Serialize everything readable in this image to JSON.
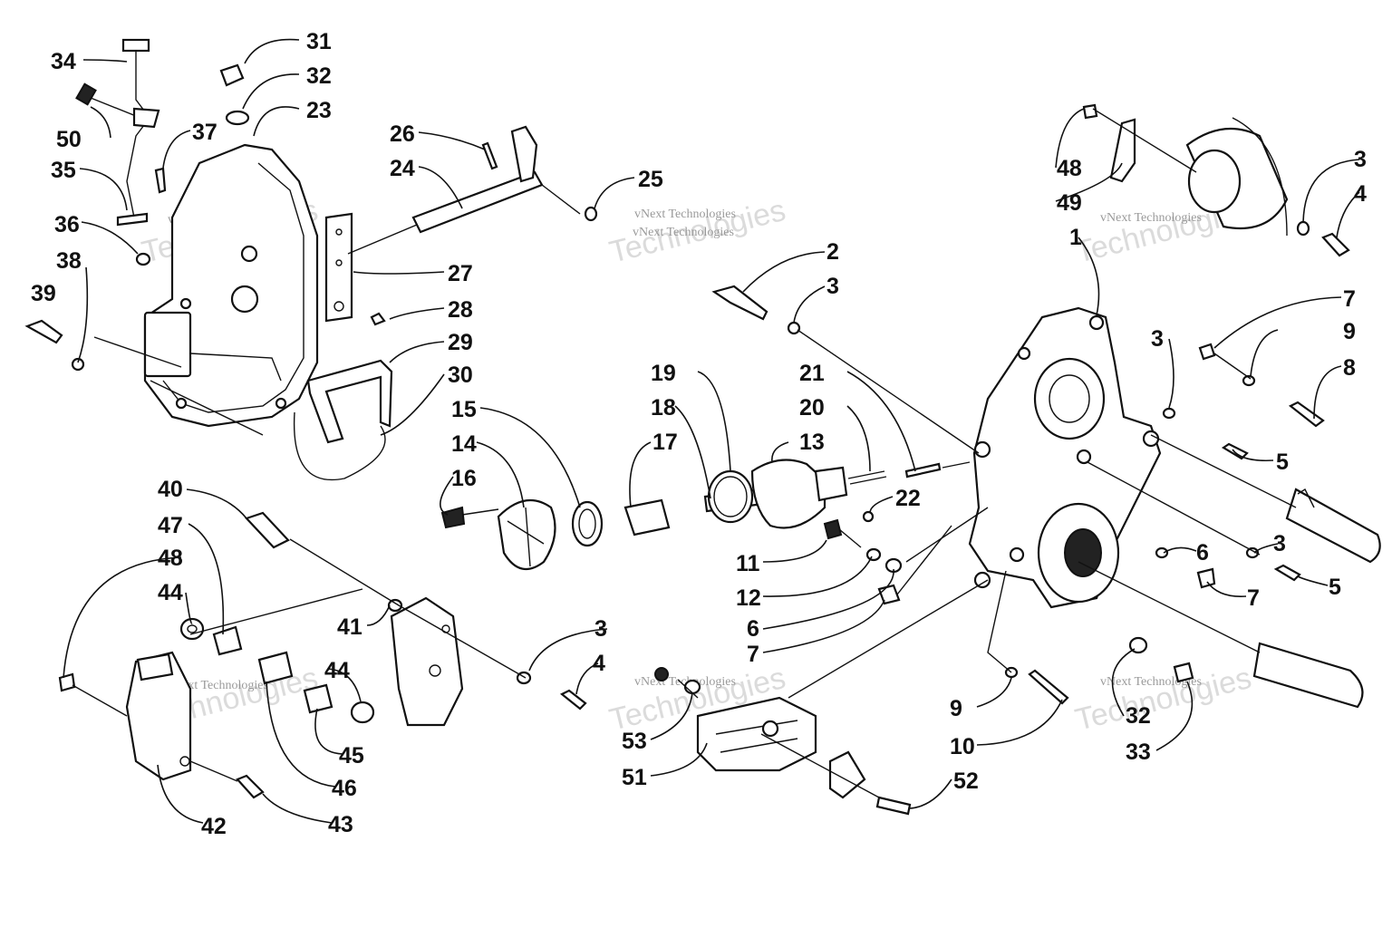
{
  "watermark": {
    "line1": "vNext Technologies",
    "line2": "Technologies"
  },
  "callouts": [
    {
      "id": "c1",
      "label": "1"
    },
    {
      "id": "c2",
      "label": "2"
    },
    {
      "id": "c3a",
      "label": "3"
    },
    {
      "id": "c3b",
      "label": "3"
    },
    {
      "id": "c3c",
      "label": "3"
    },
    {
      "id": "c3d",
      "label": "3"
    },
    {
      "id": "c3e",
      "label": "3"
    },
    {
      "id": "c4a",
      "label": "4"
    },
    {
      "id": "c4b",
      "label": "4"
    },
    {
      "id": "c5a",
      "label": "5"
    },
    {
      "id": "c5b",
      "label": "5"
    },
    {
      "id": "c6a",
      "label": "6"
    },
    {
      "id": "c6b",
      "label": "6"
    },
    {
      "id": "c7a",
      "label": "7"
    },
    {
      "id": "c7b",
      "label": "7"
    },
    {
      "id": "c7c",
      "label": "7"
    },
    {
      "id": "c8",
      "label": "8"
    },
    {
      "id": "c9a",
      "label": "9"
    },
    {
      "id": "c9b",
      "label": "9"
    },
    {
      "id": "c10",
      "label": "10"
    },
    {
      "id": "c11",
      "label": "11"
    },
    {
      "id": "c12",
      "label": "12"
    },
    {
      "id": "c13",
      "label": "13"
    },
    {
      "id": "c14",
      "label": "14"
    },
    {
      "id": "c15",
      "label": "15"
    },
    {
      "id": "c16",
      "label": "16"
    },
    {
      "id": "c17",
      "label": "17"
    },
    {
      "id": "c18",
      "label": "18"
    },
    {
      "id": "c19",
      "label": "19"
    },
    {
      "id": "c20",
      "label": "20"
    },
    {
      "id": "c21",
      "label": "21"
    },
    {
      "id": "c22",
      "label": "22"
    },
    {
      "id": "c23",
      "label": "23"
    },
    {
      "id": "c24",
      "label": "24"
    },
    {
      "id": "c25",
      "label": "25"
    },
    {
      "id": "c26",
      "label": "26"
    },
    {
      "id": "c27",
      "label": "27"
    },
    {
      "id": "c28",
      "label": "28"
    },
    {
      "id": "c29",
      "label": "29"
    },
    {
      "id": "c30",
      "label": "30"
    },
    {
      "id": "c31",
      "label": "31"
    },
    {
      "id": "c32a",
      "label": "32"
    },
    {
      "id": "c32b",
      "label": "32"
    },
    {
      "id": "c33",
      "label": "33"
    },
    {
      "id": "c34",
      "label": "34"
    },
    {
      "id": "c35",
      "label": "35"
    },
    {
      "id": "c36",
      "label": "36"
    },
    {
      "id": "c37",
      "label": "37"
    },
    {
      "id": "c38",
      "label": "38"
    },
    {
      "id": "c39",
      "label": "39"
    },
    {
      "id": "c40",
      "label": "40"
    },
    {
      "id": "c41",
      "label": "41"
    },
    {
      "id": "c42",
      "label": "42"
    },
    {
      "id": "c43",
      "label": "43"
    },
    {
      "id": "c44a",
      "label": "44"
    },
    {
      "id": "c44b",
      "label": "44"
    },
    {
      "id": "c45",
      "label": "45"
    },
    {
      "id": "c46",
      "label": "46"
    },
    {
      "id": "c47",
      "label": "47"
    },
    {
      "id": "c48a",
      "label": "48"
    },
    {
      "id": "c48b",
      "label": "48"
    },
    {
      "id": "c49",
      "label": "49"
    },
    {
      "id": "c50",
      "label": "50"
    },
    {
      "id": "c51",
      "label": "51"
    },
    {
      "id": "c52",
      "label": "52"
    },
    {
      "id": "c53",
      "label": "53"
    }
  ]
}
